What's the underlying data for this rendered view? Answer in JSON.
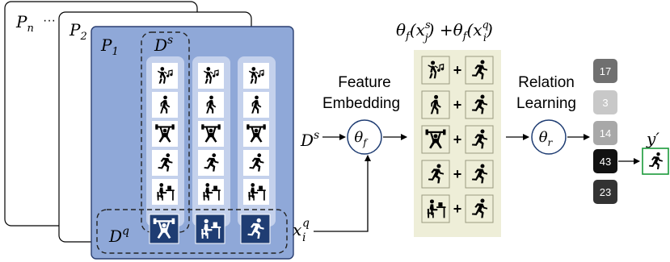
{
  "pages": {
    "back_label": "P",
    "back_sub": "n",
    "ellipsis": "···",
    "mid_label": "P",
    "mid_sub": "2",
    "front_label": "P",
    "front_sub": "1"
  },
  "support_set": {
    "label": "D",
    "sup": "s",
    "columns": [
      [
        "dancing-icon",
        "walking-icon",
        "weightlifting-icon",
        "running-icon",
        "desk-work-icon"
      ],
      [
        "dancing-icon",
        "walking-icon",
        "weightlifting-icon",
        "running-icon",
        "desk-work-icon"
      ],
      [
        "dancing-icon",
        "walking-icon",
        "weightlifting-icon",
        "running-icon",
        "desk-work-icon"
      ]
    ]
  },
  "query_set": {
    "label": "D",
    "sup": "q",
    "icons": [
      "weightlifting-icon",
      "desk-work-icon",
      "running-icon"
    ]
  },
  "inputs": {
    "support_label": "D",
    "support_sup": "s",
    "query_label": "x",
    "query_sup": "q",
    "query_sub": "i"
  },
  "embedding": {
    "title_line1": "Feature",
    "title_line2": "Embedding",
    "node_symbol": "θ",
    "node_sub": "f"
  },
  "combined": {
    "formula_a": "θ",
    "formula_a_sub": "f",
    "formula_a_arg": "(x",
    "formula_a_arg_sup": "s",
    "formula_a_arg_sub": "j",
    "formula_plus": ") +",
    "formula_b": "θ",
    "formula_b_sub": "f",
    "formula_b_arg": "(x",
    "formula_b_arg_sup": "q",
    "formula_b_arg_sub": "i",
    "formula_end": ")",
    "plus": "+",
    "pairs": [
      [
        "dancing-icon",
        "running-icon"
      ],
      [
        "walking-icon",
        "running-icon"
      ],
      [
        "weightlifting-icon",
        "running-icon"
      ],
      [
        "running-icon",
        "running-icon"
      ],
      [
        "desk-work-icon",
        "running-icon"
      ]
    ]
  },
  "relation": {
    "title_line1": "Relation",
    "title_line2": "Learning",
    "node_symbol": "θ",
    "node_sub": "r",
    "scores": [
      "17",
      "3",
      "14",
      "43",
      "23"
    ],
    "score_colors": [
      "#707070",
      "#c8c8c8",
      "#a8a8a8",
      "#111111",
      "#333333"
    ]
  },
  "output": {
    "label": "y",
    "prime": "′",
    "icon": "running-icon"
  },
  "colors": {
    "page_blue": "#8fa8d8",
    "page_border": "#2a3e70",
    "icon_bg": "#ffffff",
    "query_icon_bg": "#1f3d73",
    "pair_bg": "#eeeed8",
    "node_border": "#1f3d73",
    "output_border": "#1a9a3a"
  }
}
